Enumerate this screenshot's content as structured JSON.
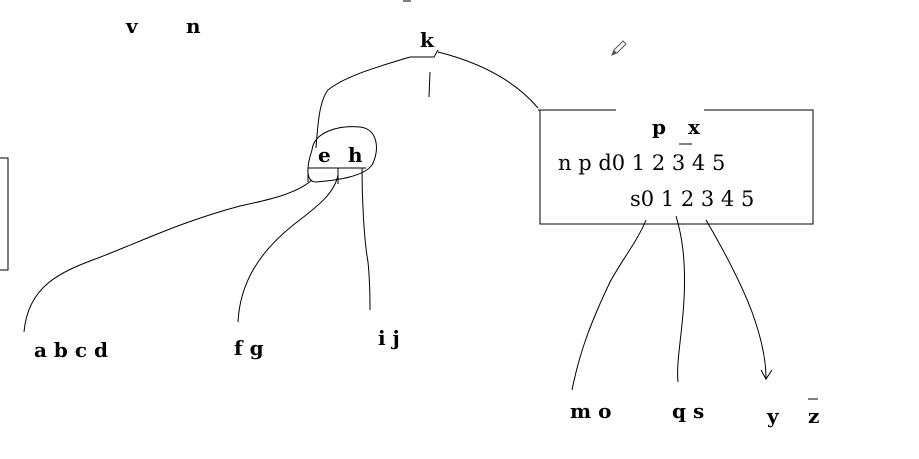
{
  "labels": {
    "v": "v",
    "n_top": "n",
    "k": "k",
    "e": "e",
    "h": "h",
    "p": "p",
    "x": "x",
    "node_row1": "n p d0 1 2 3 4 5",
    "node_row2": "s0 1 2 3 4 5",
    "abcd": "a b c d",
    "fg": "f g",
    "ij": "i j",
    "mo": "m o",
    "qs": "q s",
    "y": "y",
    "z": "z"
  },
  "icons": {
    "pencil": "pencil-icon"
  },
  "colors": {
    "ink": "#000000",
    "background": "#ffffff"
  }
}
